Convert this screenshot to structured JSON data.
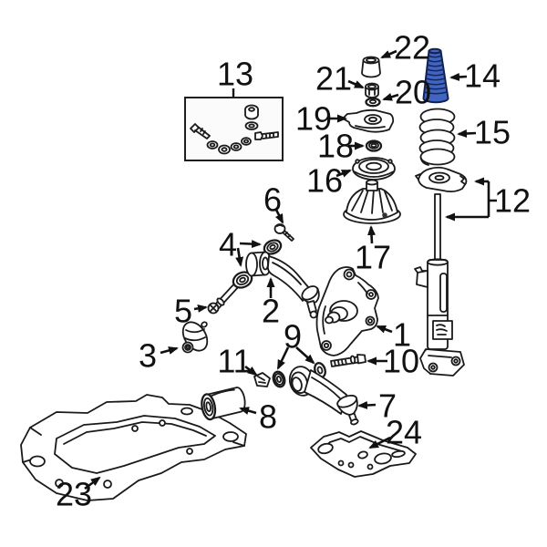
{
  "diagram": {
    "background_color": "#ffffff",
    "line_color": "#1a1a1a",
    "callout_color": "#111111",
    "highlighted_callout": "14",
    "highlight_fill": "#4166c2",
    "highlight_stroke": "#131f4e"
  },
  "callouts": {
    "n1": "1",
    "n2": "2",
    "n3": "3",
    "n4": "4",
    "n5": "5",
    "n6": "6",
    "n7": "7",
    "n8": "8",
    "n9": "9",
    "n10": "10",
    "n11": "11",
    "n12": "12",
    "n13": "13",
    "n14": "14",
    "n15": "15",
    "n16": "16",
    "n17": "17",
    "n18": "18",
    "n19": "19",
    "n20": "20",
    "n21": "21",
    "n22": "22",
    "n23": "23",
    "n24": "24"
  }
}
